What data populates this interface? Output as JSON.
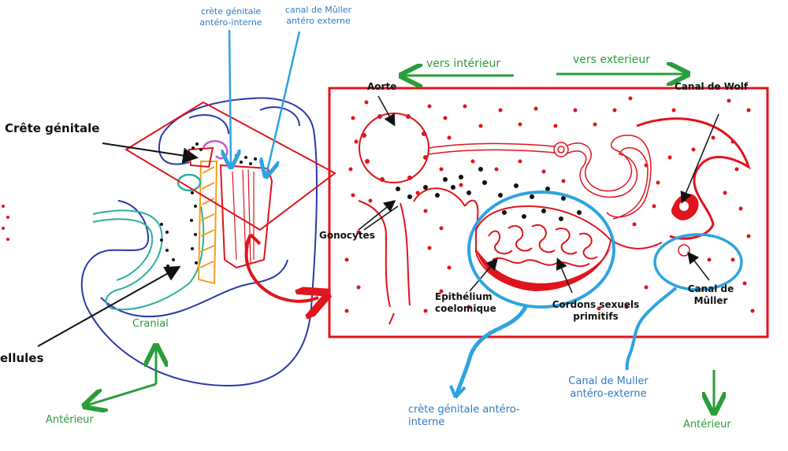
{
  "colors": {
    "red": "#e0141c",
    "dark_red": "#c4101a",
    "navy": "#2b3aa8",
    "blue": "#2f7ac4",
    "light_blue": "#2fa3e0",
    "green": "#2a9d3a",
    "orange": "#f0a020",
    "teal": "#2ab0a0",
    "black": "#111111"
  },
  "labels": {
    "crete_genitale_top": "crète génitale\nantéro-interne",
    "canal_muller_top": "canal de Mûller\nantéro externe",
    "crete_genitale_left": "Crête génitale",
    "cellules": "ellules",
    "cranial": "Cranial",
    "anterieur_left": "Antérieur",
    "vers_interieur": "vers intérieur",
    "vers_exterieur": "vers exterieur",
    "aorte": "Aorte",
    "canal_wolf": "Canal de Wolf",
    "gonocytes": "Gonocytes",
    "epithelium": "Epithélium\ncoelomique",
    "cordons": "Cordons sexuels\nprimitifs",
    "canal_muller_box": "Canal de\nMûller",
    "crete_genitale_bottom": "crète génitale antéro-\ninterne",
    "canal_muller_bottom": "Canal de Muller\nantéro-externe",
    "anterieur_right": "Antérieur"
  }
}
